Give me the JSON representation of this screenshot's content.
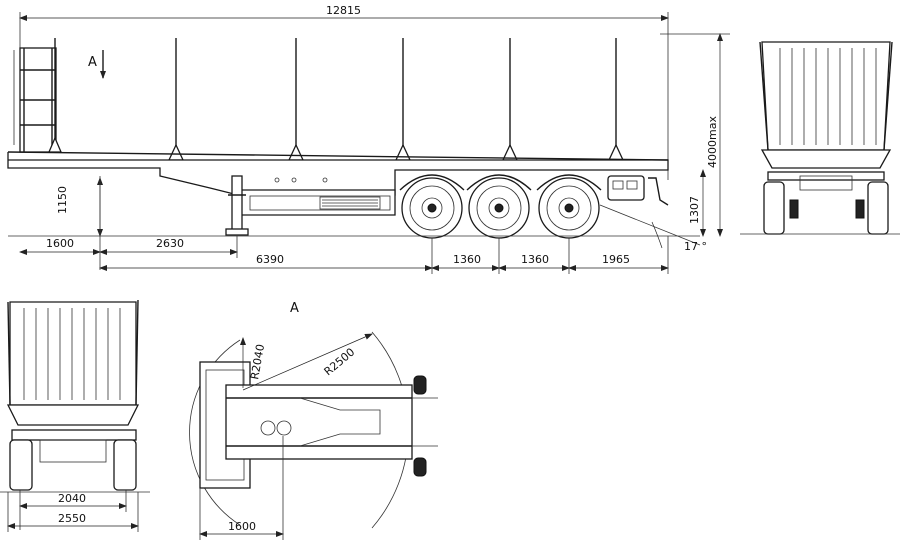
{
  "side_view": {
    "dims": {
      "overall_length": "12815",
      "max_height": "4000max",
      "coupling_height": "1150",
      "rear_height": "1307",
      "front_overhang": "1600",
      "landing_gear": "2630",
      "wheelbase": "6390",
      "axle_spacing_1": "1360",
      "axle_spacing_2": "1360",
      "rear_overhang": "1965",
      "departure_angle": "17 °"
    },
    "view_arrow_label": "A"
  },
  "plan_view": {
    "title": "A",
    "dims": {
      "swing_radius_front": "R2040",
      "swing_radius_outer": "R2500",
      "kingpin_offset": "1600"
    }
  },
  "front_view": {
    "dims": {
      "track_width": "2040",
      "overall_width": "2550"
    }
  }
}
